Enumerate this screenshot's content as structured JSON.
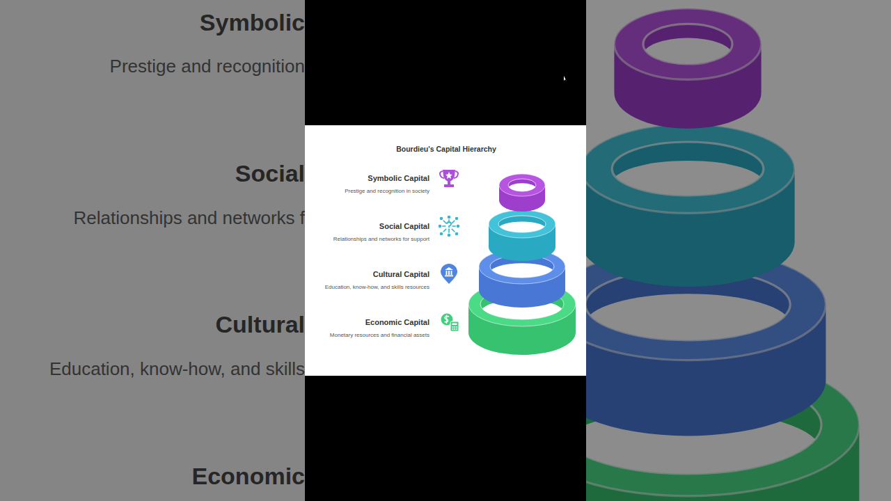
{
  "diagram": {
    "title": "Bourdieu's Capital Hierarchy",
    "nodes": [
      {
        "text": [
          "Symbolic Capital",
          "Prestige and recognition in society"
        ]
      },
      {
        "text": [
          "Social Capital",
          "Relationships and networks for support"
        ]
      },
      {
        "text": [
          "Cultural Capital",
          "Education, know-how, and skills resources"
        ]
      },
      {
        "text": [
          "Economic Capital",
          "Monetary resources and financial assets"
        ]
      }
    ],
    "labels": [
      "Symbolic",
      "Prestige and recognition",
      "Social",
      "Relationships and networks f",
      "Cultural",
      "Education, know-how, and skills",
      "Economic"
    ]
  }
}
